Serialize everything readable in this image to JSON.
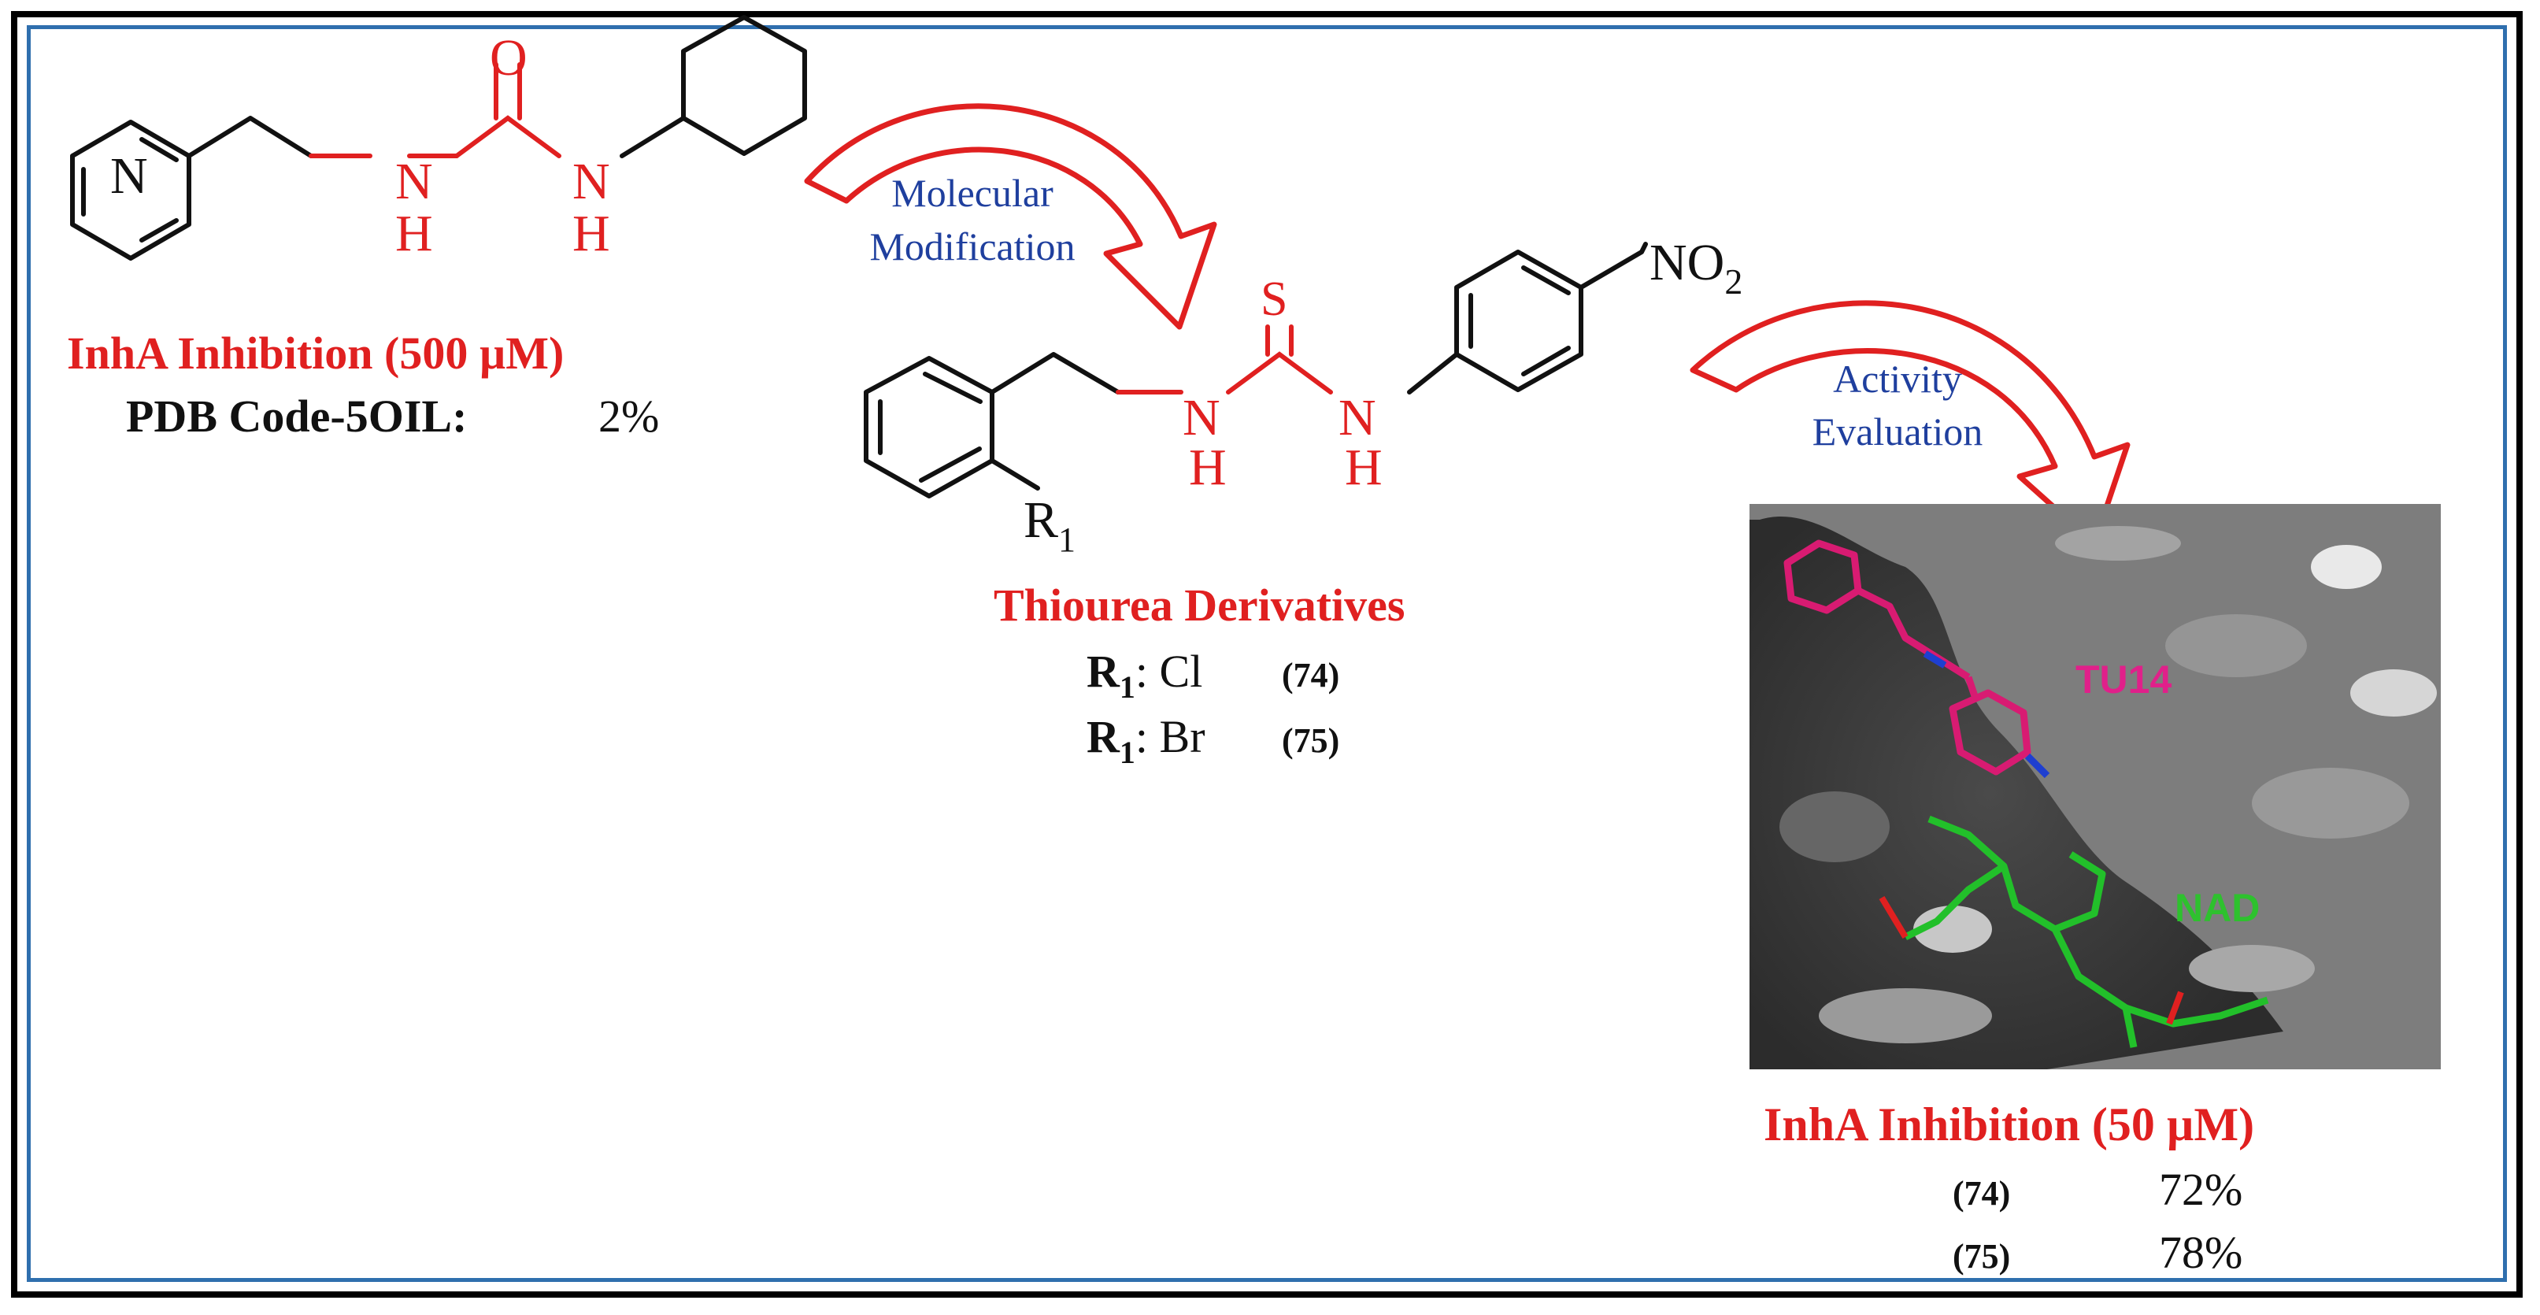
{
  "lead_compound": {
    "atoms": {
      "N_ring": "N",
      "O": "O",
      "NH1_N": "N",
      "NH1_H": "H",
      "NH2_N": "N",
      "NH2_H": "H"
    },
    "activity_title": "InhA Inhibition (500 µM)",
    "pdb_label": "PDB Code-5OIL:",
    "pdb_value": "2%"
  },
  "step1": {
    "line1": "Molecular",
    "line2": "Modification"
  },
  "thiourea": {
    "atoms": {
      "S": "S",
      "NH1_N": "N",
      "NH1_H": "H",
      "NH2_N": "N",
      "NH2_H": "H",
      "R": "R",
      "R_sub": "1",
      "NO": "NO",
      "NO_sub": "2"
    },
    "title": "Thiourea Derivatives",
    "variants": [
      {
        "r": "R",
        "sub": "1",
        "label": ": Cl",
        "num": "(74)"
      },
      {
        "r": "R",
        "sub": "1",
        "label": ": Br",
        "num": "(75)"
      }
    ]
  },
  "step2": {
    "line1": "Activity",
    "line2": "Evaluation"
  },
  "docking_image": {
    "ligand_label": "TU14",
    "cofactor_label": "NAD",
    "colors": {
      "surface": "#7d7d7d",
      "ligand": "#d81b72",
      "cofactor": "#22c02a",
      "ligand_label": "#e0208a",
      "cofactor_label": "#2ec12e"
    }
  },
  "result": {
    "title": "InhA Inhibition (50 µM)",
    "rows": [
      {
        "compound": "(74)",
        "value": "72%"
      },
      {
        "compound": "(75)",
        "value": "78%"
      }
    ]
  },
  "colors": {
    "accent": "#e02020",
    "step_text": "#1f3f9e",
    "frame": "#2f6fae"
  }
}
